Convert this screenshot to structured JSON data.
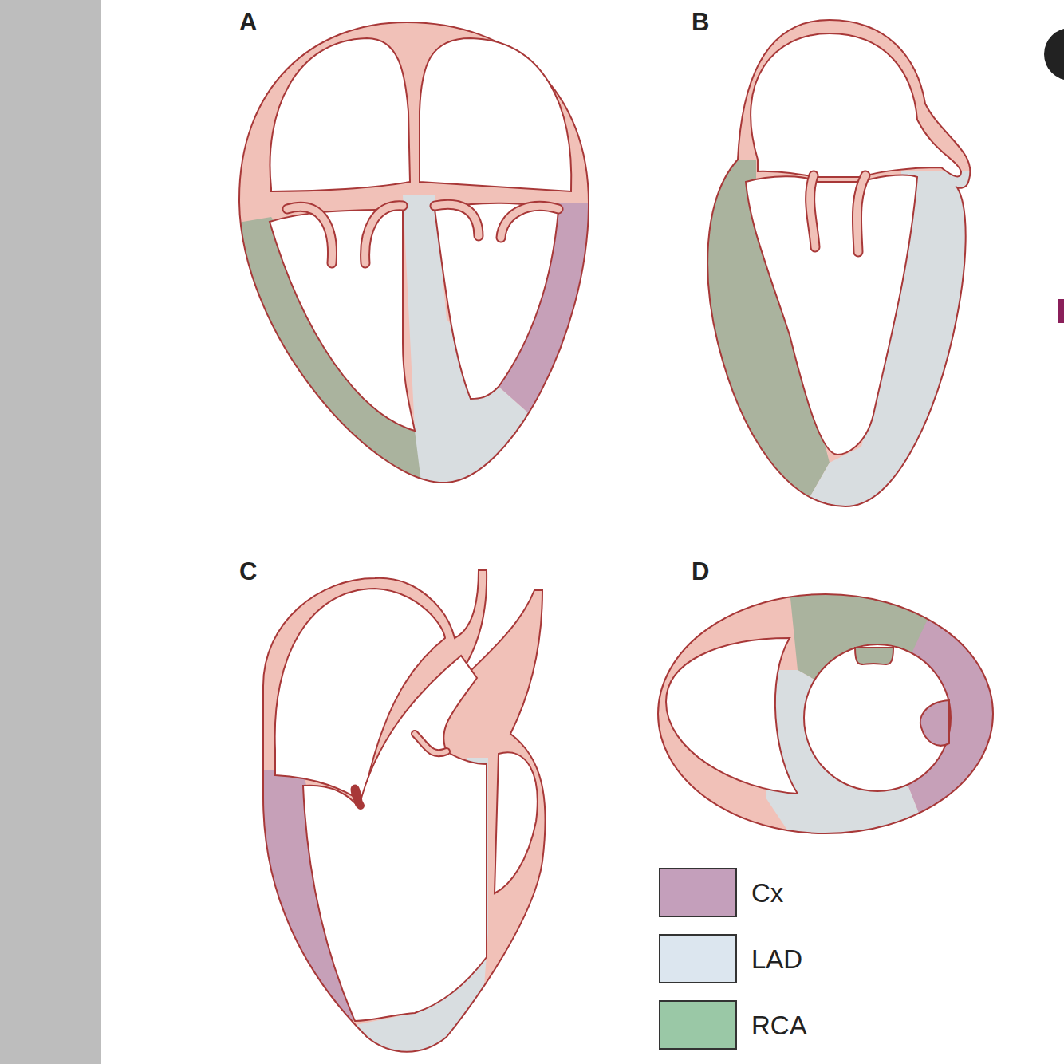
{
  "diagram": {
    "labels": [
      "A",
      "B",
      "C",
      "D"
    ],
    "legend": [
      {
        "text": "Cx",
        "color": "#c49fbb"
      },
      {
        "text": "LAD",
        "color": "#dce6ef"
      },
      {
        "text": "RCA",
        "color": "#9ac8a6"
      }
    ]
  }
}
